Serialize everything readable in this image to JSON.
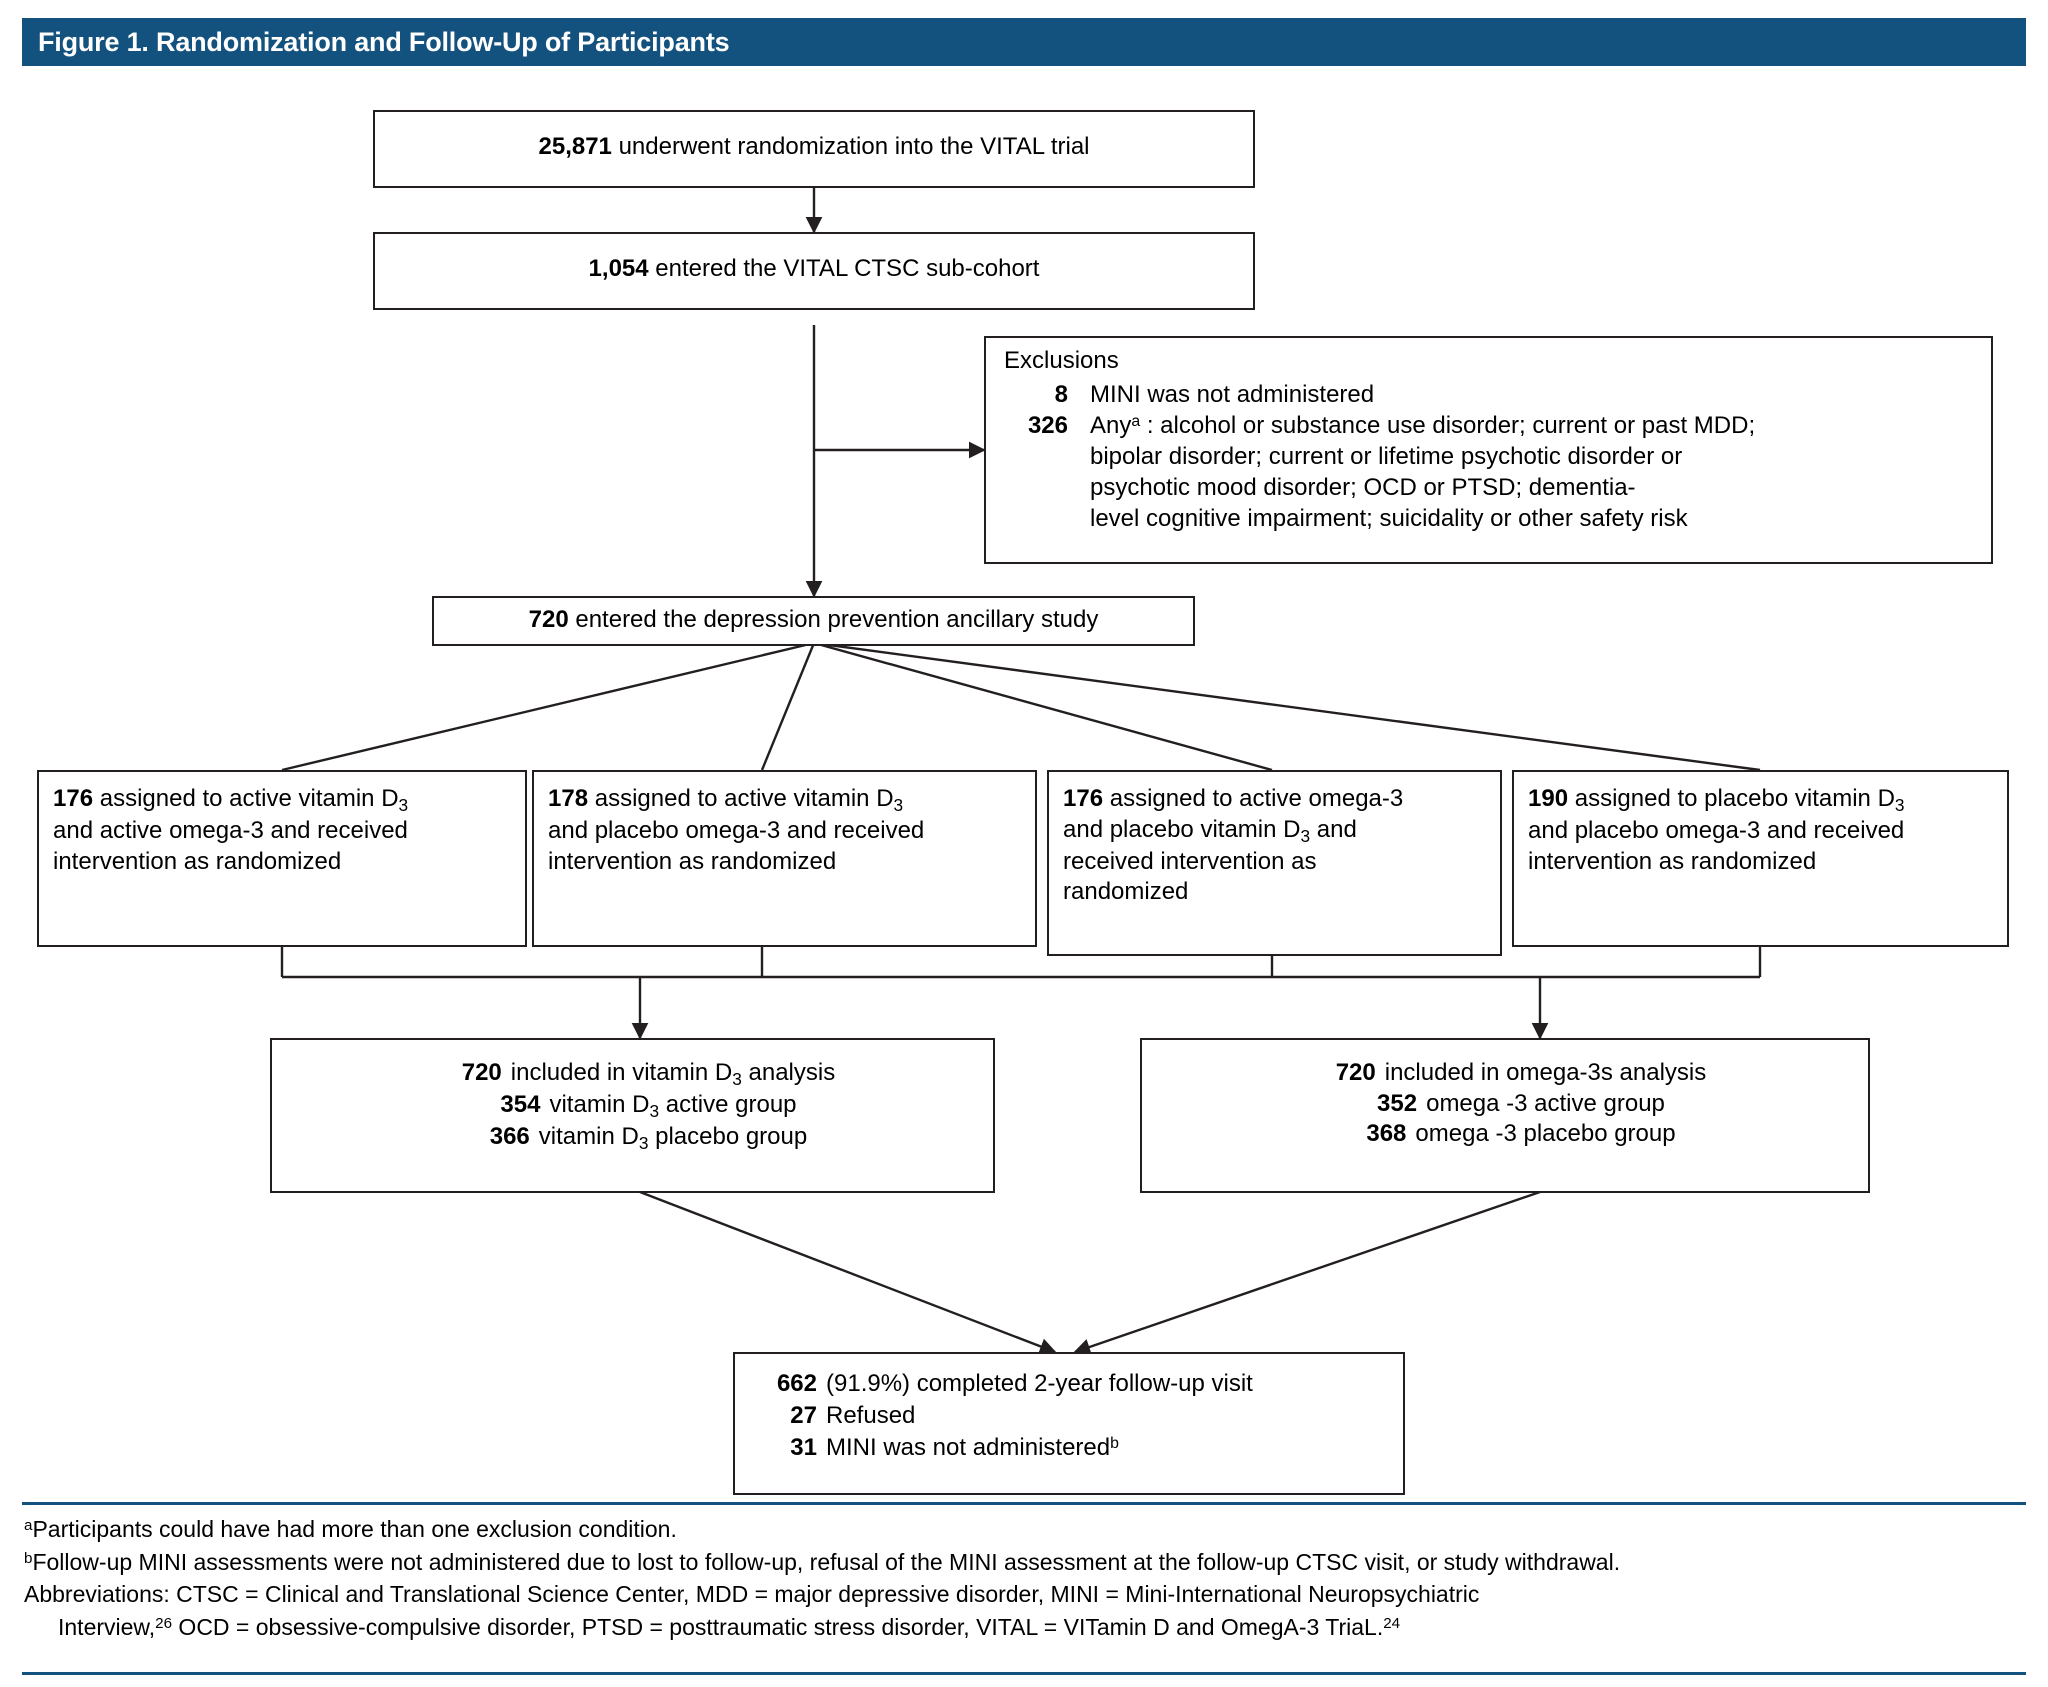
{
  "figure": {
    "title": "Figure 1. Randomization and Follow-Up of Participants"
  },
  "nodes": {
    "randomization": {
      "count": "25,871",
      "text": " underwent randomization into the VITAL trial"
    },
    "subcohort": {
      "count": "1,054",
      "text": " entered the VITAL CTSC sub-cohort"
    },
    "exclusions": {
      "heading": "Exclusions",
      "rows": [
        {
          "num": "8",
          "text": "MINI was not administered"
        },
        {
          "num": "326",
          "text": "Any"
        }
      ],
      "any_superscript": "a",
      "any_tail": " : alcohol or substance use disorder; current or past MDD;",
      "continuation": [
        "bipolar disorder; current or lifetime psychotic disorder or",
        "psychotic mood disorder; OCD or PTSD; dementia-",
        "level cognitive impairment; suicidality or other safety risk"
      ]
    },
    "ancillary": {
      "count": "720",
      "text": " entered the depression prevention ancillary study"
    },
    "arms": [
      {
        "count": "176",
        "lines": [
          " assigned to active vitamin D",
          "and active omega-3 and received",
          "intervention as randomized"
        ],
        "subscript_line": 0,
        "subscript": "3"
      },
      {
        "count": "178",
        "lines": [
          " assigned to active vitamin D",
          "and placebo omega-3 and received",
          "intervention as randomized"
        ],
        "subscript_line": 0,
        "subscript": "3"
      },
      {
        "count": "176",
        "lines": [
          " assigned to active omega-3",
          " and placebo vitamin D",
          " and",
          "received intervention as",
          "randomized"
        ],
        "subscript_line": 1,
        "subscript": "3"
      },
      {
        "count": "190",
        "lines": [
          " assigned to placebo vitamin D",
          "and placebo omega-3 and received",
          "intervention as randomized"
        ],
        "subscript_line": 0,
        "subscript": "3"
      }
    ],
    "analysis_vitamin_d": {
      "rows": [
        {
          "num": "720",
          "pre": "included in vitamin D",
          "sub": "3",
          "post": " analysis"
        },
        {
          "num": "354",
          "pre": "vitamin D",
          "sub": "3",
          "post": " active group"
        },
        {
          "num": "366",
          "pre": "vitamin D",
          "sub": "3",
          "post": " placebo group"
        }
      ]
    },
    "analysis_omega3": {
      "rows": [
        {
          "num": "720",
          "pre": "included in omega-3s analysis",
          "sub": "",
          "post": ""
        },
        {
          "num": "352",
          "pre": "omega -3 active group",
          "sub": "",
          "post": ""
        },
        {
          "num": "368",
          "pre": "omega -3 placebo group",
          "sub": "",
          "post": ""
        }
      ]
    },
    "followup": {
      "rows": [
        {
          "num": "662",
          "text": "(91.9%) completed 2-year follow-up visit",
          "sup": ""
        },
        {
          "num": "27",
          "text": "Refused",
          "sup": ""
        },
        {
          "num": "31",
          "text": "MINI was not administered",
          "sup": "b"
        }
      ]
    }
  },
  "footnotes": {
    "line_a_marker": "a",
    "line_a": "Participants could have had more than one exclusion condition.",
    "line_b_marker": "b",
    "line_b": "Follow-up MINI assessments were not administered due to lost to follow-up, refusal of the MINI assessment at the follow-up CTSC visit, or study withdrawal.",
    "abbrev_line1": "Abbreviations: CTSC = Clinical and Translational Science Center, MDD = major depressive disorder, MINI = Mini-International Neuropsychiatric",
    "abbrev_line2_pre": "Interview,",
    "abbrev_line2_sup1": "26",
    "abbrev_line2_mid": " OCD = obsessive-compulsive disorder, PTSD = posttraumatic stress disorder, VITAL = VITamin D and OmegA-3 TriaL.",
    "abbrev_line2_sup2": "24"
  },
  "colors": {
    "title_bar": "#13527e",
    "rule": "#13527e",
    "box_border": "#231f20",
    "text": "#000000",
    "background": "#ffffff"
  }
}
